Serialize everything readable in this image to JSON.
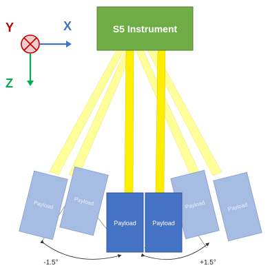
{
  "instrument": {
    "label": "S5 Instrument",
    "fill": "#70AD47",
    "stroke": "#507E32"
  },
  "axes": {
    "x_label": "X",
    "y_label": "Y",
    "z_label": "Z",
    "x_color": "#4472C4",
    "y_color": "#C00000",
    "z_color": "#00B050",
    "symbol_color": "#C00000",
    "symbol_fill": "#F4CCCC"
  },
  "payloads": {
    "label": "Payload",
    "center_fill": "#4472C4",
    "outer_fill": "#A6BCE3",
    "outer_text_color": "#EAF0FA"
  },
  "beams": {
    "center_color": "#FFEE00",
    "outer_color": "#FFFF9A"
  },
  "angles": {
    "left": "-1.5°",
    "right": "+1.5°"
  }
}
